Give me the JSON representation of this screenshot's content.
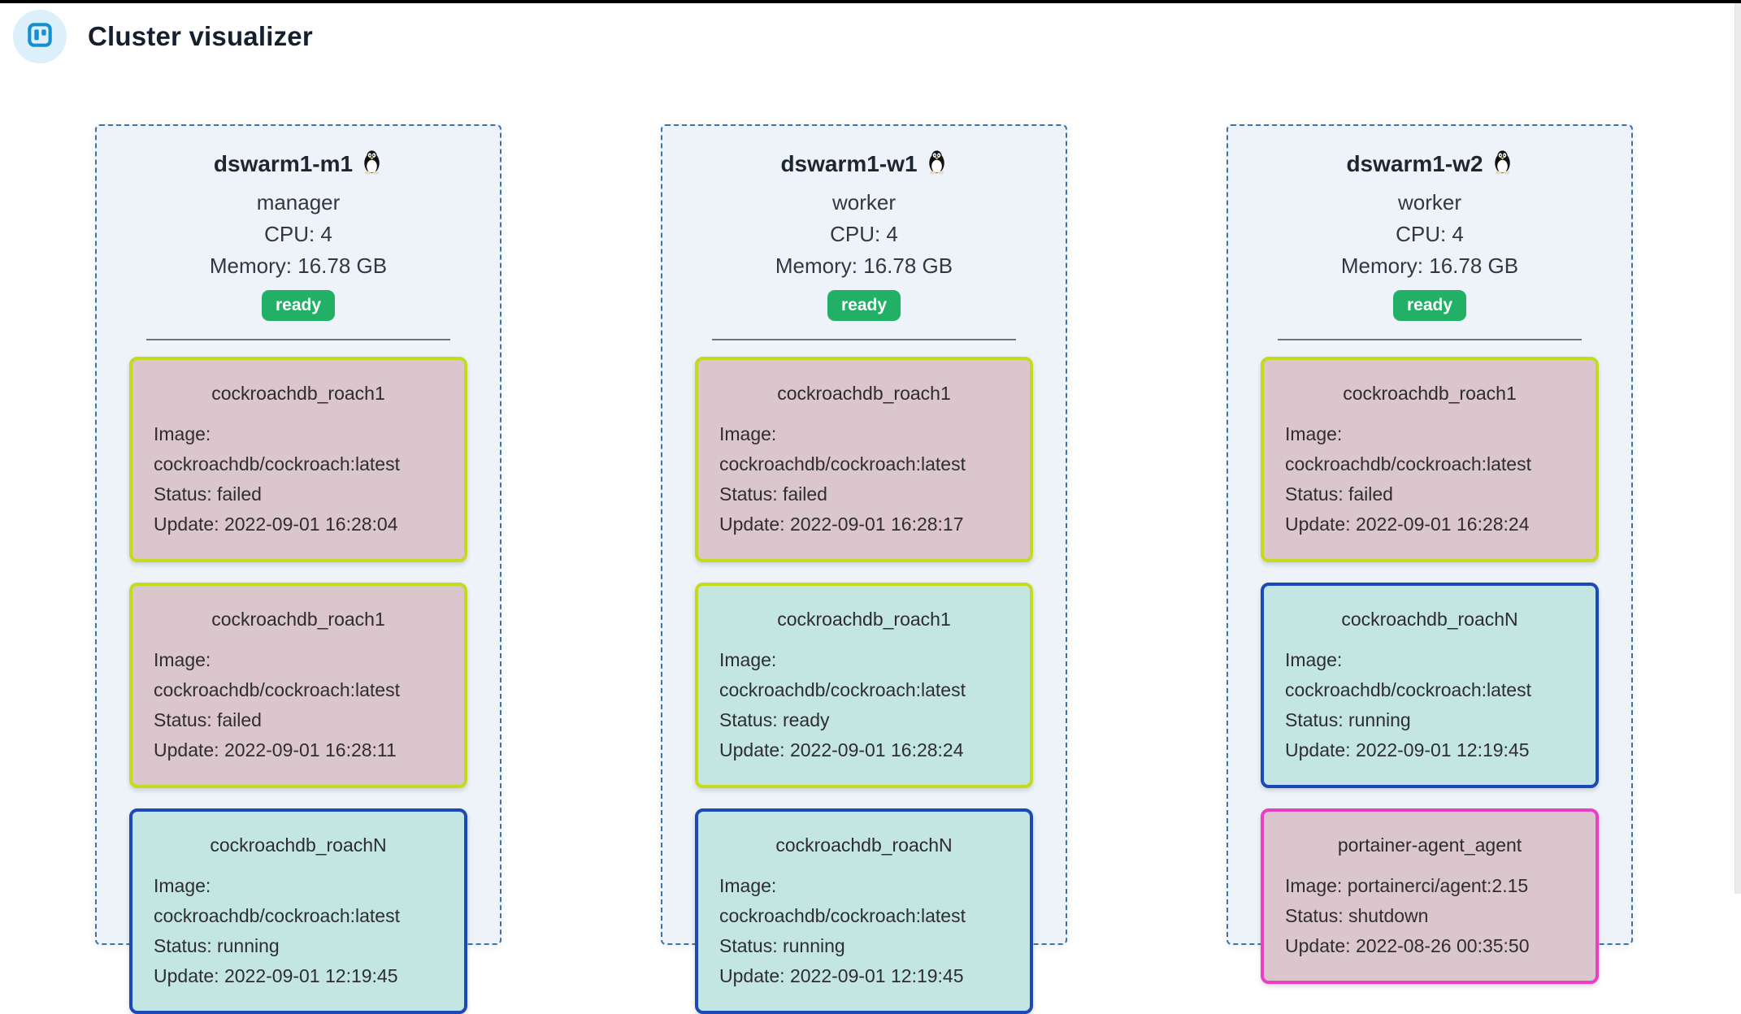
{
  "header": {
    "title": "Cluster visualizer",
    "icon": "board-icon"
  },
  "colors": {
    "title_color": "#14202e",
    "icon_circle_bg": "#dcf0fb",
    "icon_blue": "#1590cf",
    "node_bg": "#edf3f9",
    "node_border": "#3b74a6",
    "badge_green": "#21b065",
    "task_failed_bg": "#dcc6ce",
    "task_running_bg": "#c4e6e2",
    "service_lime": "#c3db1c",
    "service_blue": "#1b49b7",
    "service_magenta": "#ea3ec3"
  },
  "nodes": [
    {
      "name": "dswarm1-m1",
      "role": "manager",
      "cpu_line": "CPU: 4",
      "memory_line": "Memory: 16.78 GB",
      "status_badge": "ready",
      "tasks": [
        {
          "name": "cockroachdb_roach1",
          "image_line": "Image: cockroachdb/cockroach:latest",
          "status_line": "Status: failed",
          "update_line": "Update: 2022-09-01 16:28:04"
        },
        {
          "name": "cockroachdb_roach1",
          "image_line": "Image: cockroachdb/cockroach:latest",
          "status_line": "Status: failed",
          "update_line": "Update: 2022-09-01 16:28:11"
        },
        {
          "name": "cockroachdb_roachN",
          "image_line": "Image: cockroachdb/cockroach:latest",
          "status_line": "Status: running",
          "update_line": "Update: 2022-09-01 12:19:45"
        }
      ]
    },
    {
      "name": "dswarm1-w1",
      "role": "worker",
      "cpu_line": "CPU: 4",
      "memory_line": "Memory: 16.78 GB",
      "status_badge": "ready",
      "tasks": [
        {
          "name": "cockroachdb_roach1",
          "image_line": "Image: cockroachdb/cockroach:latest",
          "status_line": "Status: failed",
          "update_line": "Update: 2022-09-01 16:28:17"
        },
        {
          "name": "cockroachdb_roach1",
          "image_line": "Image: cockroachdb/cockroach:latest",
          "status_line": "Status: ready",
          "update_line": "Update: 2022-09-01 16:28:24"
        },
        {
          "name": "cockroachdb_roachN",
          "image_line": "Image: cockroachdb/cockroach:latest",
          "status_line": "Status: running",
          "update_line": "Update: 2022-09-01 12:19:45"
        }
      ]
    },
    {
      "name": "dswarm1-w2",
      "role": "worker",
      "cpu_line": "CPU: 4",
      "memory_line": "Memory: 16.78 GB",
      "status_badge": "ready",
      "tasks": [
        {
          "name": "cockroachdb_roach1",
          "image_line": "Image: cockroachdb/cockroach:latest",
          "status_line": "Status: failed",
          "update_line": "Update: 2022-09-01 16:28:24"
        },
        {
          "name": "cockroachdb_roachN",
          "image_line": "Image: cockroachdb/cockroach:latest",
          "status_line": "Status: running",
          "update_line": "Update: 2022-09-01 12:19:45"
        },
        {
          "name": "portainer-agent_agent",
          "image_line": "Image: portainerci/agent:2.15",
          "status_line": "Status: shutdown",
          "update_line": "Update: 2022-08-26 00:35:50"
        }
      ]
    }
  ]
}
